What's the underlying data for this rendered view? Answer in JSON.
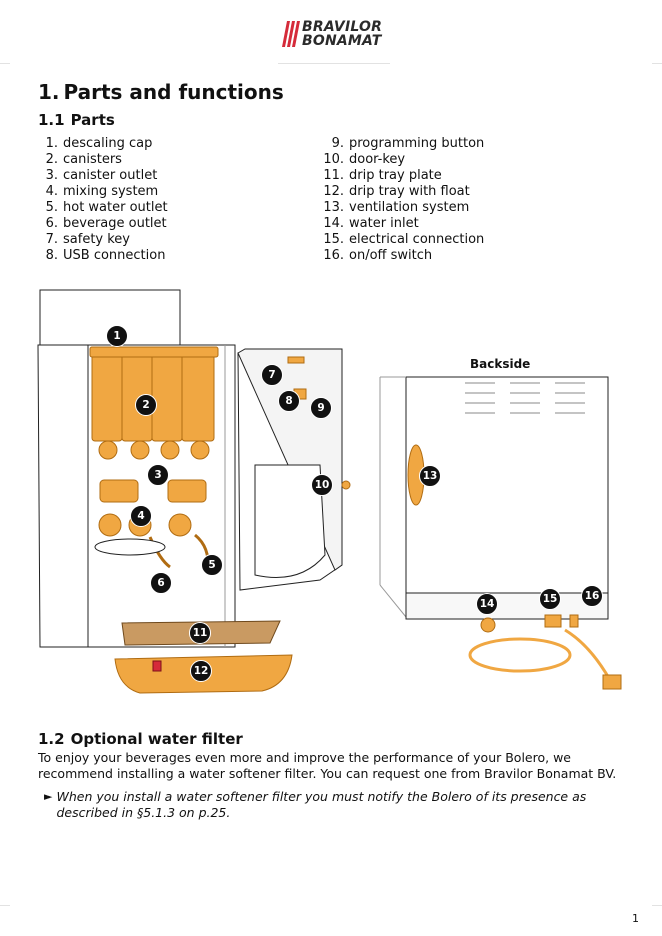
{
  "logo": {
    "line1": "BRAVILOR",
    "line2": "BONAMAT",
    "accent": "#d52b3a"
  },
  "heading": {
    "number": "1.",
    "title": "Parts and functions"
  },
  "section1": {
    "number": "1.1",
    "title": "Parts"
  },
  "parts_left": [
    {
      "n": "1.",
      "label": "descaling cap"
    },
    {
      "n": "2.",
      "label": "canisters"
    },
    {
      "n": "3.",
      "label": "canister outlet"
    },
    {
      "n": "4.",
      "label": "mixing system"
    },
    {
      "n": "5.",
      "label": "hot water outlet"
    },
    {
      "n": "6.",
      "label": "beverage outlet"
    },
    {
      "n": "7.",
      "label": "safety key"
    },
    {
      "n": "8.",
      "label": "USB connection"
    }
  ],
  "parts_right": [
    {
      "n": "9.",
      "label": "programming button"
    },
    {
      "n": "10.",
      "label": "door-key"
    },
    {
      "n": "11.",
      "label": "drip tray plate"
    },
    {
      "n": "12.",
      "label": "drip tray with float"
    },
    {
      "n": "13.",
      "label": "ventilation system"
    },
    {
      "n": "14.",
      "label": "water inlet"
    },
    {
      "n": "15.",
      "label": "electrical connection"
    },
    {
      "n": "16.",
      "label": "on/off switch"
    }
  ],
  "figure": {
    "backside_label": "Backside",
    "callouts": [
      "1",
      "2",
      "3",
      "4",
      "5",
      "6",
      "7",
      "8",
      "9",
      "10",
      "11",
      "12",
      "13",
      "14",
      "15",
      "16"
    ],
    "colors": {
      "part": "#f0a742",
      "part_dark": "#c97c1c",
      "line": "#222222"
    }
  },
  "section2": {
    "number": "1.2",
    "title": "Optional water filter"
  },
  "paragraph": "To enjoy your beverages even more and improve the performance of your Bolero, we recommend installing a water softener filter. You can request one from Bravilor Bonamat BV.",
  "note": {
    "arrow": "►",
    "text": "When you install a water softener filter you must notify the Bolero of its presence as described in §5.1.3 on p.25."
  },
  "page_number": "1"
}
